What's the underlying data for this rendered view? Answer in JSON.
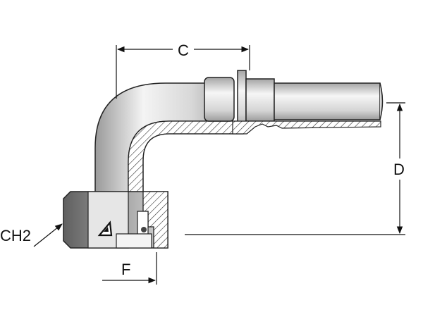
{
  "dimensions": {
    "c_label": "C",
    "d_label": "D",
    "f_label": "F",
    "ch2_label": "CH2"
  },
  "colors": {
    "metal_light": "#f2f2f2",
    "metal_mid": "#c9c9c9",
    "metal_dark": "#8c8c8c",
    "nut_dark": "#6f6f6f",
    "hatch": "#333333",
    "line": "#111111"
  },
  "icons": {
    "logo": "triangle-logo-icon"
  }
}
